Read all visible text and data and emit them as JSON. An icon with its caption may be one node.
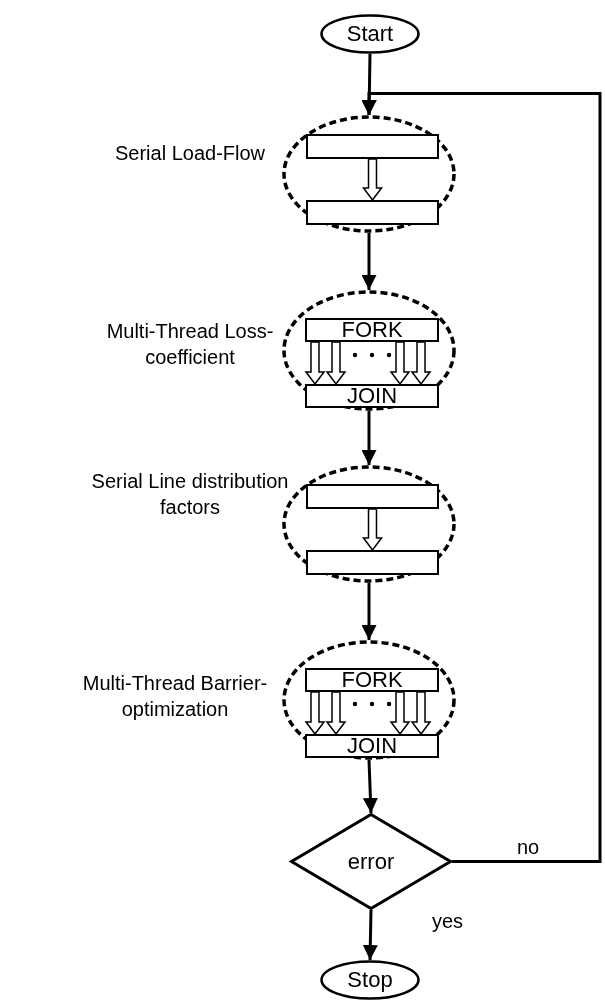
{
  "diagram": {
    "nodes": [
      {
        "text": [
          "Start"
        ]
      },
      {
        "text": [],
        "shape": "ellipse",
        "beside": [
          "Serial Load-Flow"
        ]
      },
      {
        "text": [],
        "shape": "box",
        "in": 1
      },
      {
        "text": [],
        "shape": "box",
        "in": 1
      },
      {
        "text": [],
        "shape": "ellipse",
        "beside": [
          "Multi-Thread Loss-coefficient"
        ]
      },
      {
        "text": [
          "FORK"
        ],
        "in": 4
      },
      {
        "text": [
          "JOIN"
        ],
        "in": 4
      },
      {
        "text": [],
        "shape": "ellipse",
        "beside": [
          "Serial Line distribution factors"
        ]
      },
      {
        "text": [],
        "shape": "box",
        "in": 7
      },
      {
        "text": [],
        "shape": "box",
        "in": 7
      },
      {
        "text": [],
        "shape": "ellipse",
        "beside": [
          "Multi-Thread Barrier-optimization"
        ]
      },
      {
        "text": [
          "FORK"
        ],
        "in": 10
      },
      {
        "text": [
          "JOIN"
        ],
        "in": 10
      },
      {
        "text": [
          "error"
        ]
      },
      {
        "text": [
          "Stop"
        ]
      }
    ],
    "edges": [
      {
        "from": 0,
        "to": 1,
        "arrow": "to"
      },
      {
        "from": 2,
        "to": 3,
        "arrow": "to",
        "style": "thick"
      },
      {
        "from": 1,
        "to": 4,
        "arrow": "to"
      },
      {
        "from": 5,
        "to": 6,
        "arrow": "to",
        "style": "thick"
      },
      {
        "from": 5,
        "to": 6,
        "arrow": "to",
        "style": "thick"
      },
      {
        "from": 5,
        "to": 6,
        "arrow": "to",
        "style": "thick"
      },
      {
        "from": 5,
        "to": 6,
        "arrow": "to",
        "style": "thick"
      },
      {
        "from": 4,
        "to": 7,
        "arrow": "to"
      },
      {
        "from": 8,
        "to": 9,
        "arrow": "to",
        "style": "thick"
      },
      {
        "from": 7,
        "to": 10,
        "arrow": "to"
      },
      {
        "from": 11,
        "to": 12,
        "arrow": "to",
        "style": "thick"
      },
      {
        "from": 11,
        "to": 12,
        "arrow": "to",
        "style": "thick"
      },
      {
        "from": 11,
        "to": 12,
        "arrow": "to",
        "style": "thick"
      },
      {
        "from": 11,
        "to": 12,
        "arrow": "to",
        "style": "thick"
      },
      {
        "from": 10,
        "to": 13,
        "arrow": "to"
      },
      {
        "from": 13,
        "to": 14,
        "label": "yes",
        "arrow": "to"
      },
      {
        "from": 13,
        "to": 1,
        "label": "no",
        "arrow": "to"
      }
    ]
  }
}
